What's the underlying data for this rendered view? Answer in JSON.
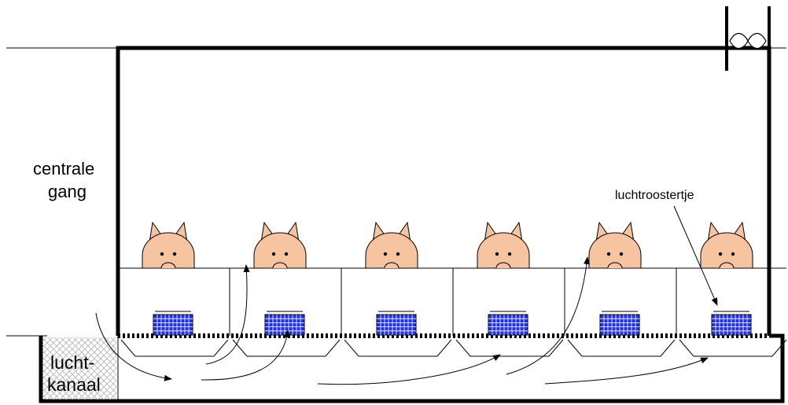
{
  "labels": {
    "corridor_line1": "centrale",
    "corridor_line2": "gang",
    "duct_line1": "lucht-",
    "duct_line2": "kanaal",
    "grille_callout": "luchtroostertje"
  },
  "counts": {
    "pens": 6
  },
  "icons": [
    "fan-icon",
    "pig-icon",
    "air-grille-icon",
    "airflow-arrow"
  ],
  "colors": {
    "line": "#000000",
    "pig_fill": "#f7c4a2",
    "grille_fill": "#2233dd",
    "grille_lines": "#ffffff",
    "duct_hatch": "#c0c0c0"
  }
}
